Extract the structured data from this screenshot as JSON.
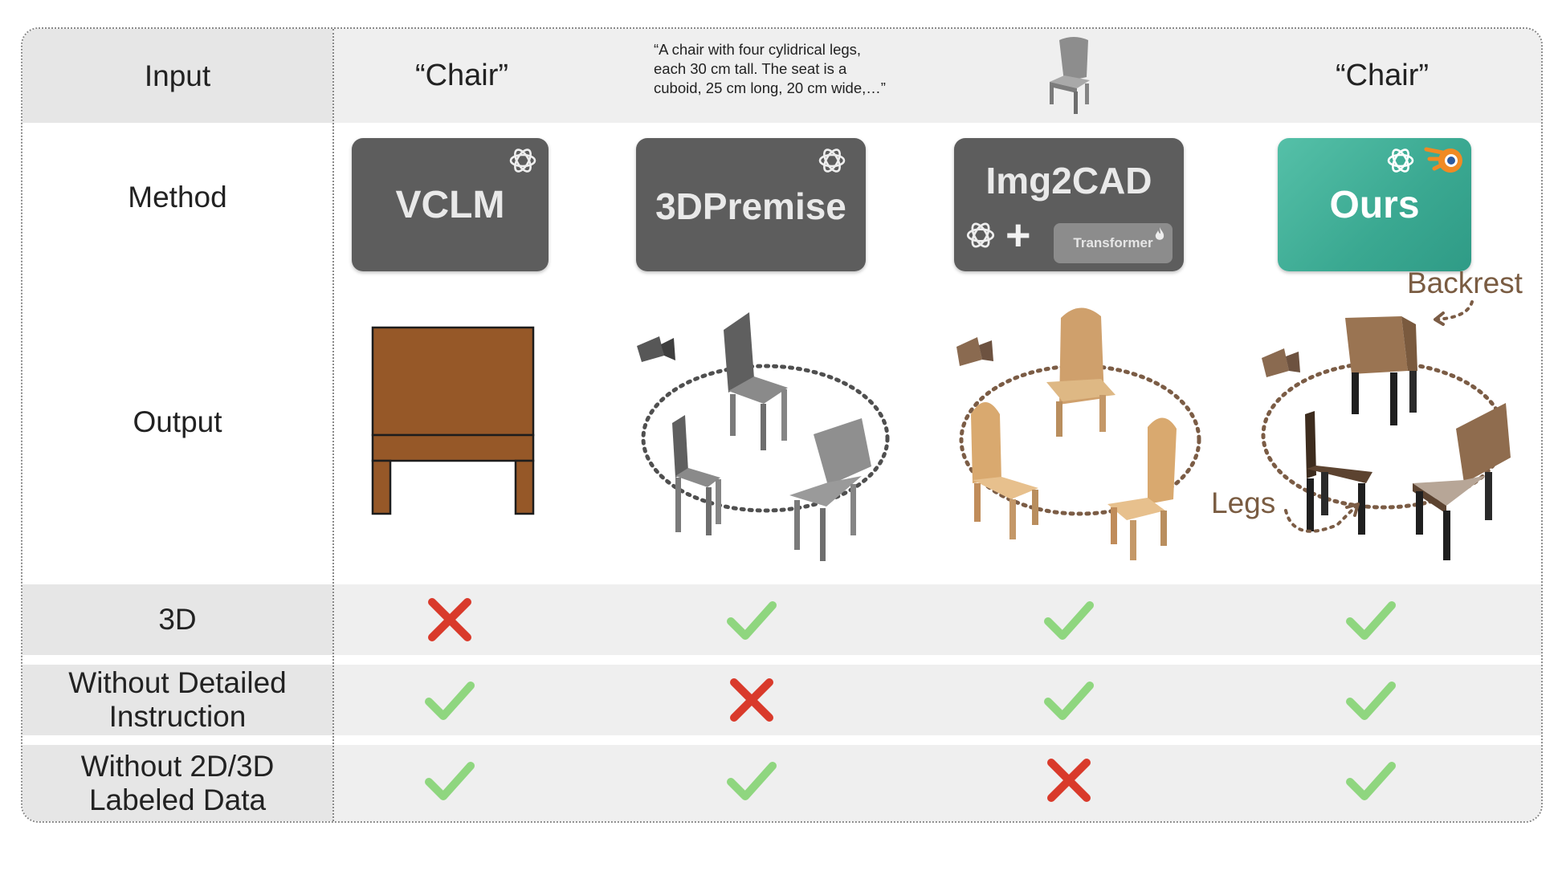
{
  "rows": {
    "input": "Input",
    "method": "Method",
    "output": "Output",
    "three_d": "3D",
    "no_instruction": "Without Detailed Instruction",
    "no_labeled": "Without 2D/3D Labeled Data"
  },
  "inputs": {
    "vclm": "“Chair”",
    "premise": "“A chair with four cylidrical legs, each 30 cm tall. The seat is a cuboid, 25 cm long, 20 cm wide,…”",
    "ours": "“Chair”"
  },
  "methods": {
    "vclm": "VCLM",
    "premise": "3DPremise",
    "img2cad": "Img2CAD",
    "img2cad_plus": "+",
    "img2cad_module": "Transformer",
    "ours": "Ours"
  },
  "annotations": {
    "backrest": "Backrest",
    "legs": "Legs"
  },
  "criteria": {
    "three_d": [
      "cross",
      "check",
      "check",
      "check"
    ],
    "no_instruction": [
      "check",
      "cross",
      "check",
      "check"
    ],
    "no_labeled": [
      "check",
      "check",
      "cross",
      "check"
    ]
  },
  "colors": {
    "check": "#8fd67f",
    "cross": "#d93a2b",
    "method_box": "#5d5d5d",
    "ours_box": "#3aa891",
    "annotation": "#7a5c42"
  }
}
